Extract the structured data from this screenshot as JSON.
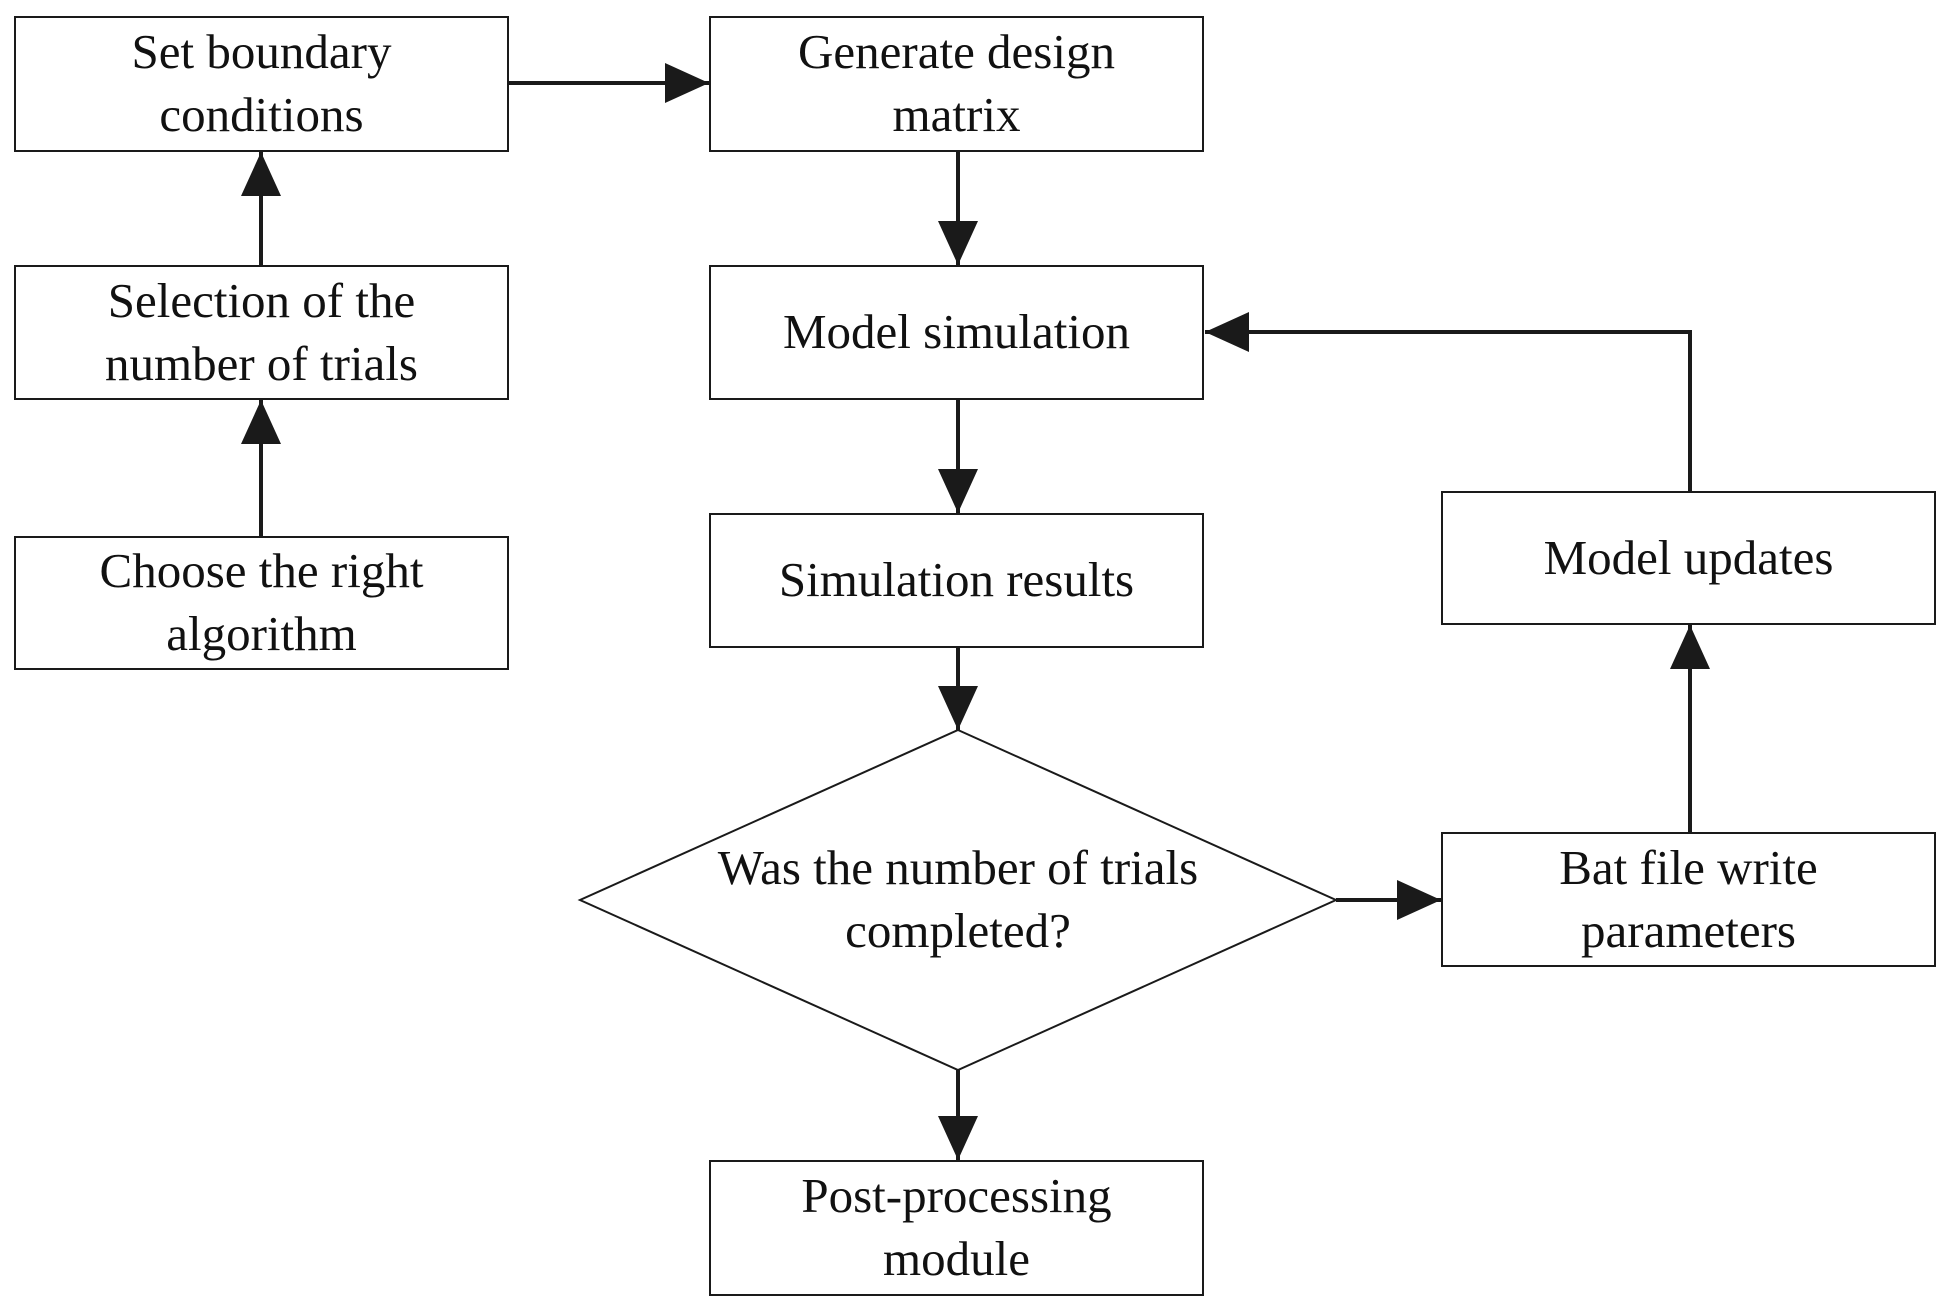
{
  "colors": {
    "stroke": "#1a1a1a",
    "text": "#111111",
    "background": "#ffffff"
  },
  "nodes": {
    "set_boundary": {
      "line1": "Set boundary",
      "line2": "conditions"
    },
    "selection_trials": {
      "line1": "Selection of the",
      "line2": "number of trials"
    },
    "choose_algorithm": {
      "line1": "Choose the right",
      "line2": "algorithm"
    },
    "generate_matrix": {
      "line1": "Generate design",
      "line2": "matrix"
    },
    "model_simulation": {
      "line1": "Model simulation"
    },
    "simulation_results": {
      "line1": "Simulation results"
    },
    "decision": {
      "line1": "Was the number of trials",
      "line2": "completed?"
    },
    "post_processing": {
      "line1": "Post-processing",
      "line2": "module"
    },
    "bat_file": {
      "line1": "Bat file write",
      "line2": "parameters"
    },
    "model_updates": {
      "line1": "Model updates"
    }
  }
}
